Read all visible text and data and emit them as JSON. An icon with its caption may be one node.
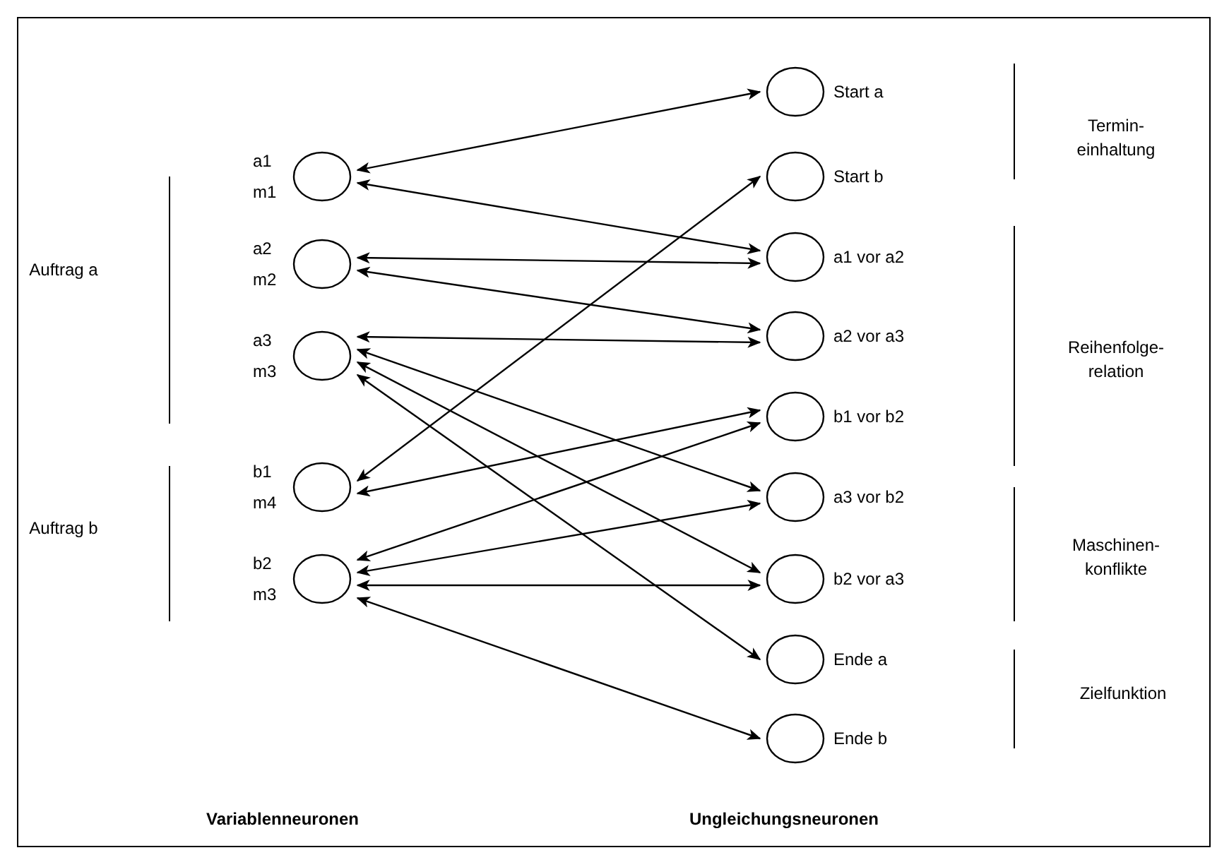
{
  "diagram": {
    "nodes": [
      {
        "text": [],
        "shape": "circle",
        "beside": [
          "a1 m1"
        ]
      },
      {
        "text": [],
        "shape": "circle",
        "beside": [
          "a2 m2"
        ]
      },
      {
        "text": [],
        "shape": "circle",
        "beside": [
          "a3 m3"
        ]
      },
      {
        "text": [],
        "shape": "circle",
        "beside": [
          "b1 m4"
        ]
      },
      {
        "text": [],
        "shape": "circle",
        "beside": [
          "b2 m3"
        ]
      },
      {
        "text": [],
        "shape": "circle",
        "beside": [
          "Start a"
        ]
      },
      {
        "text": [],
        "shape": "circle",
        "beside": [
          "Start b"
        ]
      },
      {
        "text": [],
        "shape": "circle",
        "beside": [
          "a1 vor a2"
        ]
      },
      {
        "text": [],
        "shape": "circle",
        "beside": [
          "a2 vor a3"
        ]
      },
      {
        "text": [],
        "shape": "circle",
        "beside": [
          "b1 vor b2"
        ]
      },
      {
        "text": [],
        "shape": "circle",
        "beside": [
          "a3 vor b2"
        ]
      },
      {
        "text": [],
        "shape": "circle",
        "beside": [
          "b2 vor a3"
        ]
      },
      {
        "text": [],
        "shape": "circle",
        "beside": [
          "Ende a"
        ]
      },
      {
        "text": [],
        "shape": "circle",
        "beside": [
          "Ende b"
        ]
      }
    ],
    "edges": [
      {
        "from": 0,
        "to": 5,
        "arrow": "both"
      },
      {
        "from": 0,
        "to": 7,
        "arrow": "both"
      },
      {
        "from": 1,
        "to": 7,
        "arrow": "both"
      },
      {
        "from": 1,
        "to": 8,
        "arrow": "both"
      },
      {
        "from": 2,
        "to": 8,
        "arrow": "both"
      },
      {
        "from": 2,
        "to": 10,
        "arrow": "both"
      },
      {
        "from": 2,
        "to": 11,
        "arrow": "both"
      },
      {
        "from": 2,
        "to": 12,
        "arrow": "both"
      },
      {
        "from": 3,
        "to": 6,
        "arrow": "both"
      },
      {
        "from": 3,
        "to": 9,
        "arrow": "both"
      },
      {
        "from": 4,
        "to": 9,
        "arrow": "both"
      },
      {
        "from": 4,
        "to": 10,
        "arrow": "both"
      },
      {
        "from": 4,
        "to": 11,
        "arrow": "both"
      },
      {
        "from": 4,
        "to": 13,
        "arrow": "both"
      }
    ],
    "labels": [
      "Auftrag a",
      "Auftrag b",
      "Termin- einhaltung",
      "Reihenfolge- relation",
      "Maschinen- konflikte",
      "Zielfunktion",
      "Variablenneuronen",
      "Ungleichungsneuronen"
    ]
  }
}
